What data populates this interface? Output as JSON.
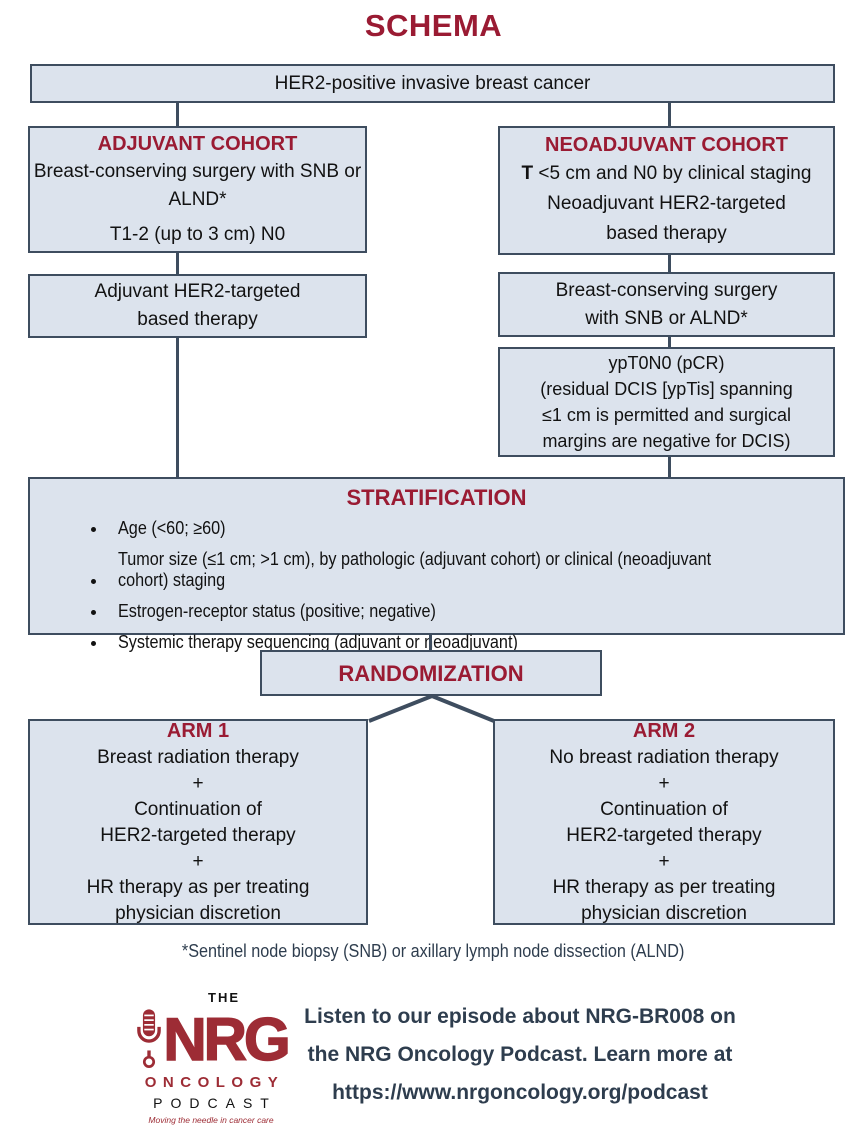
{
  "title": "SCHEMA",
  "colors": {
    "heading_maroon": "#9a1b33",
    "logo_maroon": "#9d2c35",
    "box_fill": "#dce3ed",
    "line_color": "#3e4d5f",
    "promo_text": "#2e3d4e"
  },
  "boxes": {
    "her2": {
      "text": "HER2-positive invasive breast cancer"
    },
    "adjuvant_cohort": {
      "heading": "ADJUVANT COHORT",
      "surgery": "Breast-conserving surgery with SNB or ALND*",
      "staging": "T1-2 (up to 3 cm) N0"
    },
    "neoadjuvant_cohort": {
      "heading": "NEOADJUVANT COHORT",
      "line1_lead": "T",
      "line1_rest": " <5 cm and N0 by clinical staging",
      "line2": "Neoadjuvant HER2-targeted",
      "line3": "based therapy"
    },
    "adjuvant_therapy": {
      "lines": [
        "Adjuvant HER2-targeted",
        "based therapy"
      ]
    },
    "bcs": {
      "lines": [
        "Breast-conserving surgery",
        "with SNB or ALND*"
      ]
    },
    "pcr": {
      "lines": [
        "ypT0N0 (pCR)",
        "(residual DCIS [ypTis] spanning",
        "≤1 cm is permitted and surgical",
        "margins are negative for DCIS)"
      ]
    },
    "stratification": {
      "heading": "STRATIFICATION",
      "bullets": [
        "Age (<60; ≥60)",
        "Tumor size (≤1 cm; >1 cm), by pathologic (adjuvant cohort) or clinical (neoadjuvant cohort) staging",
        "Estrogen-receptor status (positive; negative)",
        "Systemic therapy sequencing (adjuvant or neoadjuvant)"
      ]
    },
    "randomization": {
      "heading": "RANDOMIZATION"
    },
    "arm1": {
      "heading": "ARM 1",
      "lines": [
        "Breast radiation therapy",
        "+",
        "Continuation of",
        "HER2-targeted therapy",
        "+",
        "HR therapy as per treating",
        "physician discretion"
      ]
    },
    "arm2": {
      "heading": "ARM 2",
      "lines": [
        "No breast radiation therapy",
        "+",
        "Continuation of",
        "HER2-targeted therapy",
        "+",
        "HR therapy as per treating",
        "physician discretion"
      ]
    }
  },
  "footnote": "*Sentinel node biopsy (SNB) or axillary lymph node dissection (ALND)",
  "logo": {
    "the": "THE",
    "nrg": "NRG",
    "oncology": "ONCOLOGY",
    "podcast": "PODCAST",
    "tagline": "Moving the needle in cancer care",
    "mic_icon": "microphone-icon"
  },
  "podcast_promo": {
    "line1": "Listen to our episode about NRG-BR008 on",
    "line2": "the NRG Oncology Podcast. Learn more at",
    "line3": "https://www.nrgoncology.org/podcast"
  }
}
